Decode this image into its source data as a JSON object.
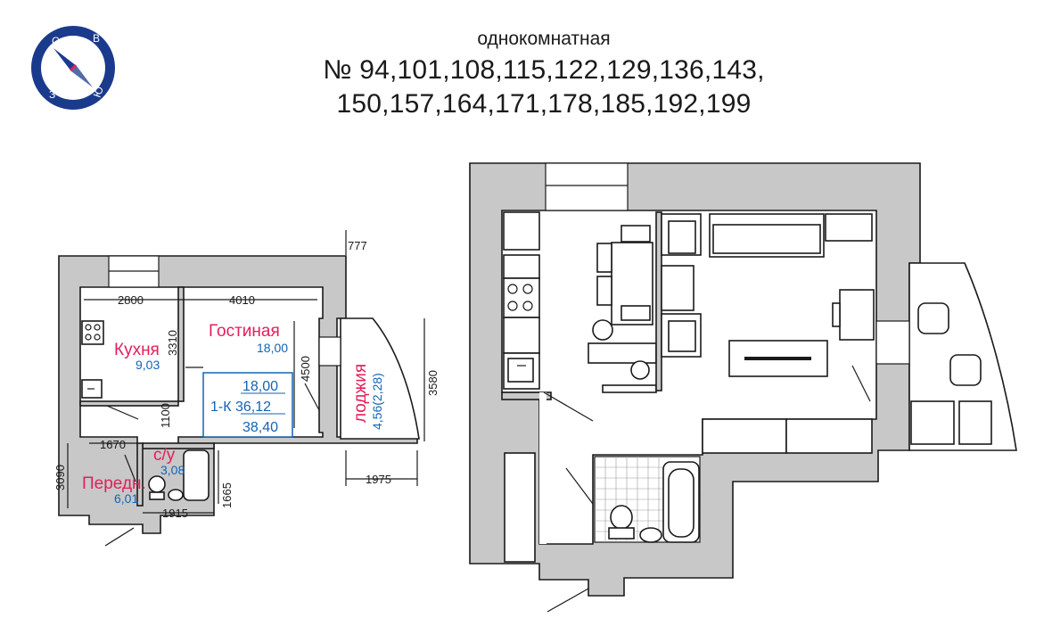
{
  "header": {
    "subtitle": "однокомнатная",
    "apartments_line1": "№ 94,101,108,115,122,129,136,143,",
    "apartments_line2": "150,157,164,171,178,185,192,199"
  },
  "compass": {
    "north": "С",
    "east": "В",
    "south": "Ю",
    "west": "З"
  },
  "rooms": {
    "kitchen": {
      "name": "Кухня",
      "area": "9,03"
    },
    "living": {
      "name": "Гостиная",
      "area": "18,00"
    },
    "loggia": {
      "name": "лоджия",
      "area": "4,56(2,28)"
    },
    "bathroom": {
      "name": "с/у",
      "area": "3,08"
    },
    "hall": {
      "name": "Передн.",
      "area": "6,01"
    }
  },
  "totals": {
    "living_area": "18,00",
    "type_and_area": "1-К 36,12",
    "total_area": "38,40"
  },
  "dimensions": {
    "d2800": "2800",
    "d4010": "4010",
    "d777": "777",
    "d3310": "3310",
    "d4500": "4500",
    "d3580": "3580",
    "d1100": "1100",
    "d1670": "1670",
    "d3090": "3090",
    "d1665": "1665",
    "d1915": "1915",
    "d1975": "1975"
  },
  "colors": {
    "wall": "#c8c8c8",
    "room_label": "#e31e5a",
    "area_label": "#1463b4",
    "compass": "#1a3a8c"
  }
}
